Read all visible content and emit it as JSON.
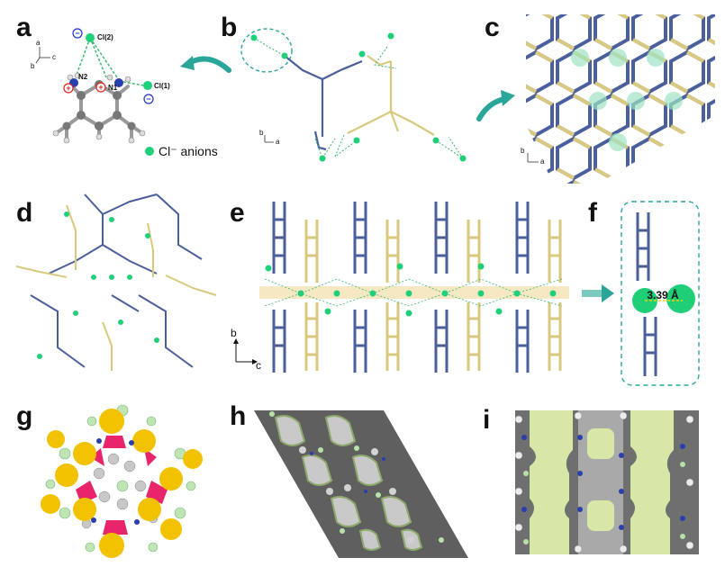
{
  "panels": {
    "a": "a",
    "b": "b",
    "c": "c",
    "d": "d",
    "e": "e",
    "f": "f",
    "g": "g",
    "h": "h",
    "i": "i"
  },
  "panel_a": {
    "atom_cl2": "Cl(2)",
    "atom_cl1": "Cl(1)",
    "atom_n2": "N2",
    "atom_n1": "N1",
    "minus": "−",
    "plus": "+",
    "axis_a": "a",
    "axis_b": "b",
    "axis_c": "c",
    "legend": "Cl⁻ anions"
  },
  "panel_b": {
    "axis_b": "b",
    "axis_a": "a"
  },
  "panel_c": {
    "axis_b": "b",
    "axis_a": "a"
  },
  "panel_e": {
    "axis_b": "b",
    "axis_c": "c"
  },
  "panel_f": {
    "distance": "3.39 Å"
  },
  "colors": {
    "blue": "#4a5f9c",
    "yellow": "#d9c97e",
    "green": "#2fd17b",
    "teal": "#2aa59a",
    "gold": "#f2c200",
    "pink": "#e8246a",
    "lime": "#d7e8a9"
  }
}
